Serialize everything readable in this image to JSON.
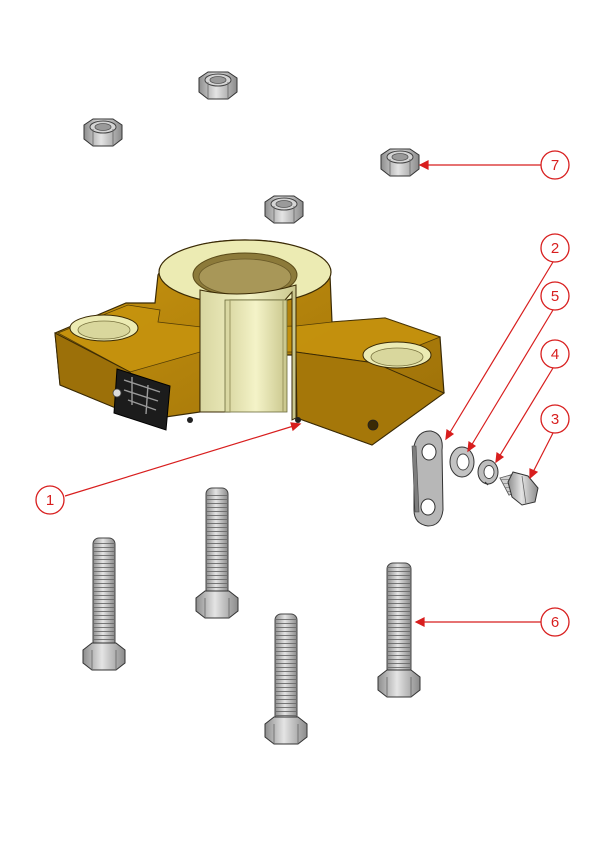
{
  "diagram": {
    "type": "exploded-assembly",
    "colors": {
      "callout": "#d81e1e",
      "body": "#b8860b",
      "body_dark": "#8a6308",
      "bore": "#ecebb3",
      "steel": "#b9b9b9",
      "steel_dark": "#7a7a7a",
      "outline": "#222222"
    },
    "callouts": [
      {
        "id": "c1",
        "number": "1",
        "part": "clamp-body"
      },
      {
        "id": "c2",
        "number": "2",
        "part": "lock-tab"
      },
      {
        "id": "c3",
        "number": "3",
        "part": "small-bolt"
      },
      {
        "id": "c4",
        "number": "4",
        "part": "split-washer"
      },
      {
        "id": "c5",
        "number": "5",
        "part": "flat-washer"
      },
      {
        "id": "c6",
        "number": "6",
        "part": "hex-bolt"
      },
      {
        "id": "c7",
        "number": "7",
        "part": "hex-nut"
      }
    ]
  }
}
